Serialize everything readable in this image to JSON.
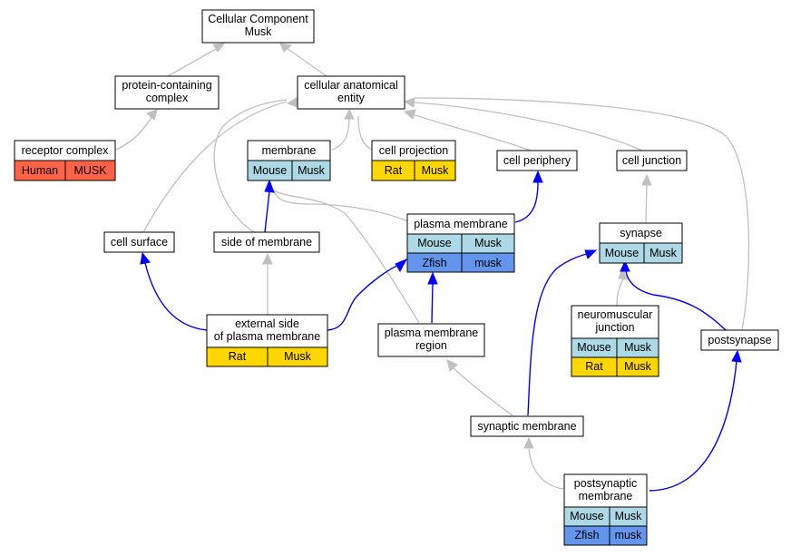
{
  "colors": {
    "human": "#ff6347",
    "mouse": "#add8e6",
    "rat": "#ffd700",
    "zfish": "#6495ed",
    "edge_gray": "#c0c0c0",
    "edge_blue": "#0000ff"
  },
  "nodes": {
    "cellular_component": {
      "line1": "Cellular Component",
      "line2": "Musk"
    },
    "protein_containing_complex": {
      "line1": "protein-containing",
      "line2": "complex"
    },
    "cellular_anatomical_entity": {
      "line1": "cellular anatomical",
      "line2": "entity"
    },
    "receptor_complex": {
      "label": "receptor complex",
      "species": [
        "Human",
        "MUSK"
      ]
    },
    "membrane": {
      "label": "membrane",
      "species": [
        "Mouse",
        "Musk"
      ]
    },
    "cell_projection": {
      "label": "cell projection",
      "species": [
        "Rat",
        "Musk"
      ]
    },
    "cell_periphery": {
      "label": "cell periphery"
    },
    "cell_junction": {
      "label": "cell junction"
    },
    "plasma_membrane": {
      "label": "plasma membrane",
      "species_mouse": [
        "Mouse",
        "Musk"
      ],
      "species_zfish": [
        "Zfish",
        "musk"
      ]
    },
    "cell_surface": {
      "label": "cell surface"
    },
    "side_of_membrane": {
      "label": "side of membrane"
    },
    "synapse": {
      "label": "synapse",
      "species": [
        "Mouse",
        "Musk"
      ]
    },
    "external_side": {
      "line1": "external side",
      "line2": "of plasma membrane",
      "species": [
        "Rat",
        "Musk"
      ]
    },
    "plasma_membrane_region": {
      "line1": "plasma membrane",
      "line2": "region"
    },
    "neuromuscular_junction": {
      "line1": "neuromuscular",
      "line2": "junction",
      "species_mouse": [
        "Mouse",
        "Musk"
      ],
      "species_rat": [
        "Rat",
        "Musk"
      ]
    },
    "postsynapse": {
      "label": "postsynapse"
    },
    "synaptic_membrane": {
      "label": "synaptic membrane"
    },
    "postsynaptic_membrane": {
      "line1": "postsynaptic",
      "line2": "membrane",
      "species_mouse": [
        "Mouse",
        "Musk"
      ],
      "species_zfish": [
        "Zfish",
        "musk"
      ]
    }
  }
}
